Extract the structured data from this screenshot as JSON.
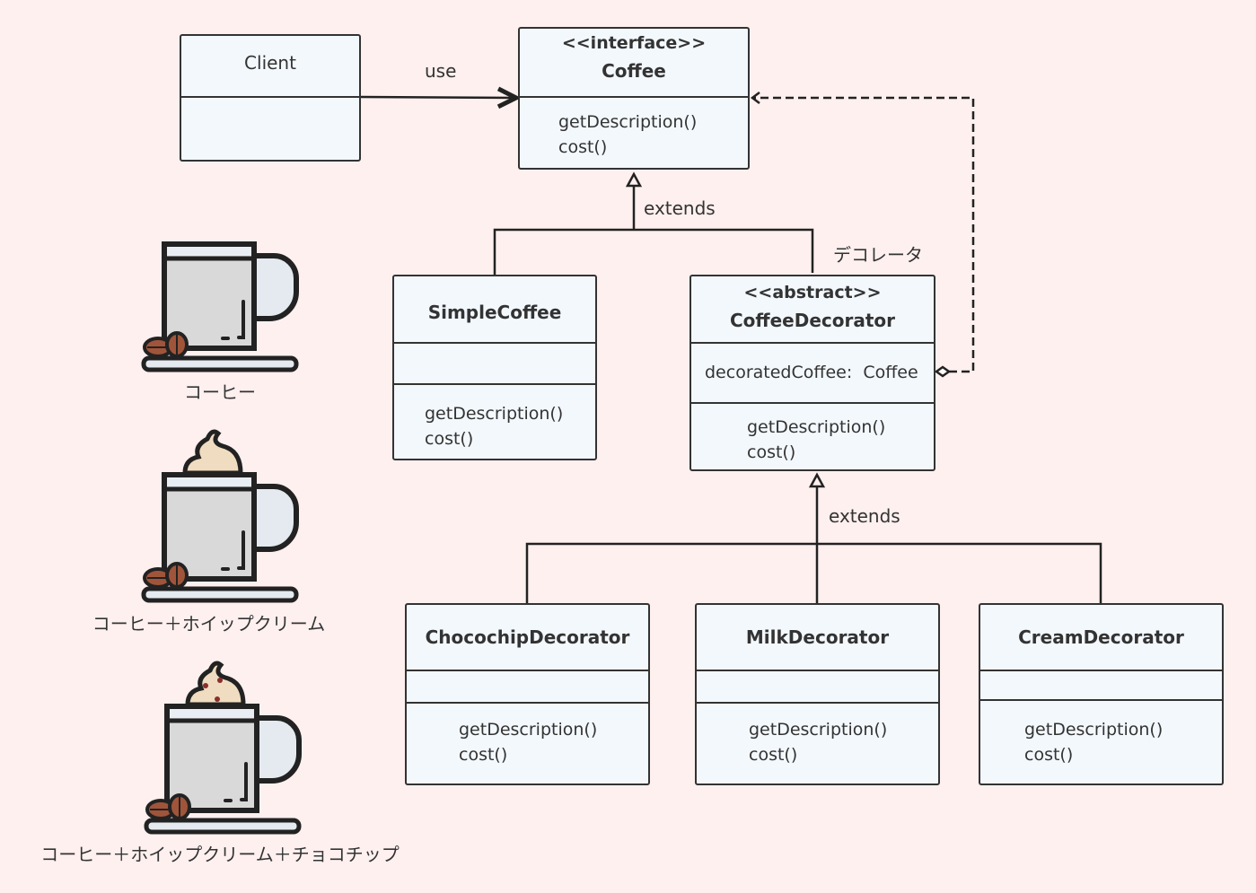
{
  "client": {
    "name": "Client"
  },
  "use_label": "use",
  "coffee": {
    "stereotype": "<<interface>>",
    "name": "Coffee",
    "ops": [
      "getDescription()",
      "cost()"
    ]
  },
  "extends_label": "extends",
  "decorator_label": "デコレータ",
  "simple": {
    "name": "SimpleCoffee",
    "ops": [
      "getDescription()",
      "cost()"
    ]
  },
  "decorator": {
    "stereotype": "<<abstract>>",
    "name": "CoffeeDecorator",
    "attr": "decoratedCoffee:  Coffee",
    "ops": [
      "getDescription()",
      "cost()"
    ]
  },
  "chocochip": {
    "name": "ChocochipDecorator",
    "ops": [
      "getDescription()",
      "cost()"
    ]
  },
  "milk": {
    "name": "MilkDecorator",
    "ops": [
      "getDescription()",
      "cost()"
    ]
  },
  "cream": {
    "name": "CreamDecorator",
    "ops": [
      "getDescription()",
      "cost()"
    ]
  },
  "captions": [
    "コーヒー",
    "コーヒー＋ホイップクリーム",
    "コーヒー＋ホイップクリーム＋チョコチップ"
  ],
  "colors": {
    "background": "#fdf0ef",
    "box": "#f3f8fd",
    "stroke": "#333333",
    "bean": "#a0553a",
    "cream": "#f0dcc0"
  }
}
